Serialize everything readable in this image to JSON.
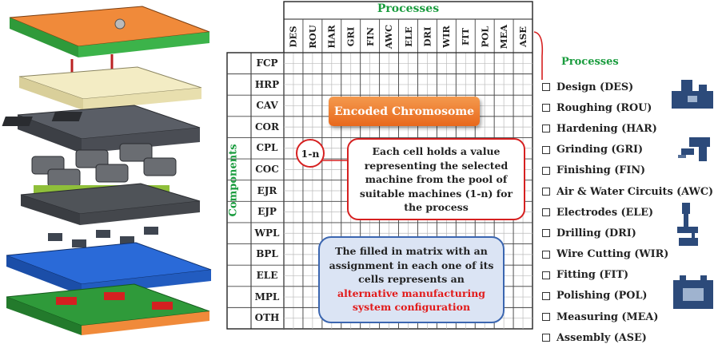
{
  "matrix": {
    "processes_title": "Processes",
    "components_title": "Components",
    "process_codes": [
      "DES",
      "ROU",
      "HAR",
      "GRI",
      "FIN",
      "AWC",
      "ELE",
      "DRI",
      "WIR",
      "FIT",
      "POL",
      "MEA",
      "ASE"
    ],
    "component_codes": [
      "FCP",
      "HRP",
      "CAV",
      "COR",
      "CPL",
      "COC",
      "EJR",
      "EJP",
      "WPL",
      "BPL",
      "ELE",
      "MPL",
      "OTH"
    ]
  },
  "chromosome_label": "Encoded Chromosome",
  "cell_callout": "1-n",
  "cell_note": [
    "Each cell holds a value",
    "representing the selected",
    "machine from the pool of",
    "suitable machines (1-n) for",
    "the process"
  ],
  "config_note": {
    "lines": [
      "The filled in matrix with an",
      "assignment in each one of its",
      "cells represents an"
    ],
    "highlight_lines": [
      "alternative manufacturing",
      "system configuration"
    ]
  },
  "legend": {
    "title": "Processes",
    "items": [
      "Design (DES)",
      "Roughing (ROU)",
      "Hardening (HAR)",
      "Grinding (GRI)",
      "Finishing (FIN)",
      "Air & Water Circuits (AWC)",
      "Electrodes (ELE)",
      "Drilling (DRI)",
      "Wire Cutting (WIR)",
      "Fitting (FIT)",
      "Polishing (POL)",
      "Measuring (MEA)",
      "Assembly (ASE)"
    ]
  },
  "colors": {
    "green": "#1a9c3e",
    "orange": "#e8681c",
    "red": "#d62020",
    "blue_border": "#3b66b0",
    "blue_fill": "#dbe4f4",
    "highlight_red": "#e21a1a",
    "machine_blue": "#2c4a7a"
  },
  "icons": [
    "exploded-mold-assembly",
    "milling-machine-icon",
    "machining-center-icon",
    "microscope-drill-icon",
    "cnc-machine-icon"
  ]
}
